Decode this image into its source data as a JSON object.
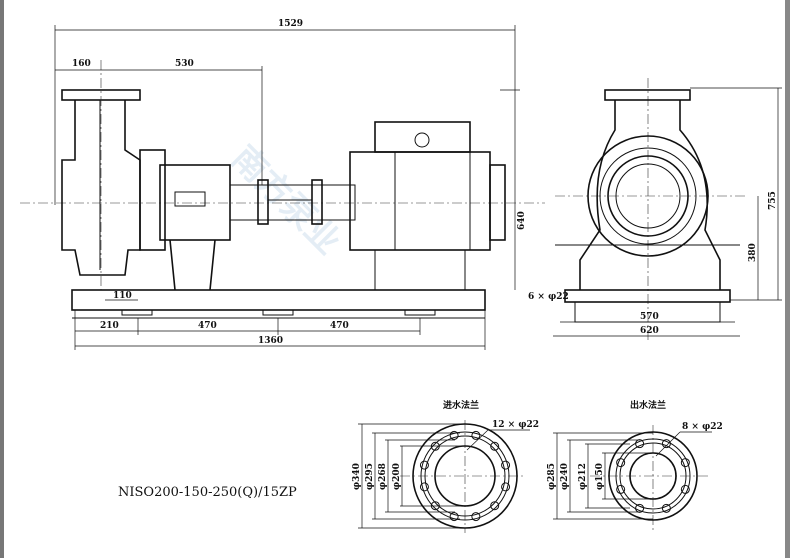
{
  "model": "NISO200-150-250(Q)/15ZP",
  "watermark": "南方泵业",
  "side_view": {
    "overall_length": "1529",
    "inlet_offset": "160",
    "shaft_to_coupling": "530",
    "height": "640",
    "foot_offset": "110",
    "base_holes": [
      "210",
      "470",
      "470"
    ],
    "base_length": "1360"
  },
  "end_view": {
    "height": "755",
    "shaft_height": "380",
    "holes": "6 × φ22",
    "hole_spacing": "570",
    "base_width": "620"
  },
  "inlet_flange": {
    "title": "进水法兰",
    "bolts": "12 × φ22",
    "diameters": [
      "φ340",
      "φ295",
      "φ268",
      "φ200"
    ]
  },
  "outlet_flange": {
    "title": "出水法兰",
    "bolts": "8 × φ22",
    "diameters": [
      "φ285",
      "φ240",
      "φ212",
      "φ150"
    ]
  }
}
